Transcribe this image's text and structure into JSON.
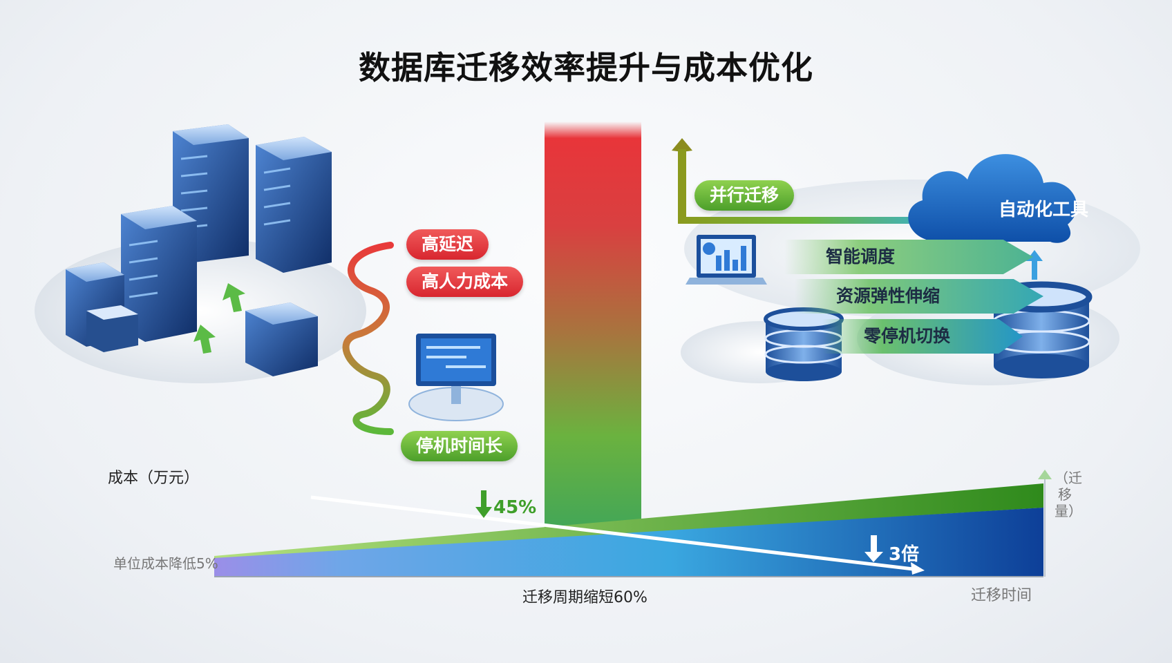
{
  "title": "数据库迁移效率提升与成本优化",
  "left": {
    "pain_points": [
      "高延迟",
      "高人力成本",
      "停机时间长"
    ]
  },
  "right": {
    "parallel_label": "并行迁移",
    "cloud_label": "自动化工具",
    "arrows": [
      "智能调度",
      "资源弹性伸缩",
      "零停机切换"
    ]
  },
  "bottom": {
    "cost_axis_label": "成本（万元）",
    "unit_cost_label": "单位成本降低5%",
    "cycle_label": "迁移周期缩短60%",
    "time_axis_label": "迁移时间",
    "throughput_label": "（迁移量）",
    "drop_label": "45%",
    "multiplier_label": "3倍"
  },
  "colors": {
    "red": "#e8353a",
    "green": "#5cb83a",
    "blue": "#1f5fb0",
    "accent_cyan": "#3aa7e0"
  }
}
